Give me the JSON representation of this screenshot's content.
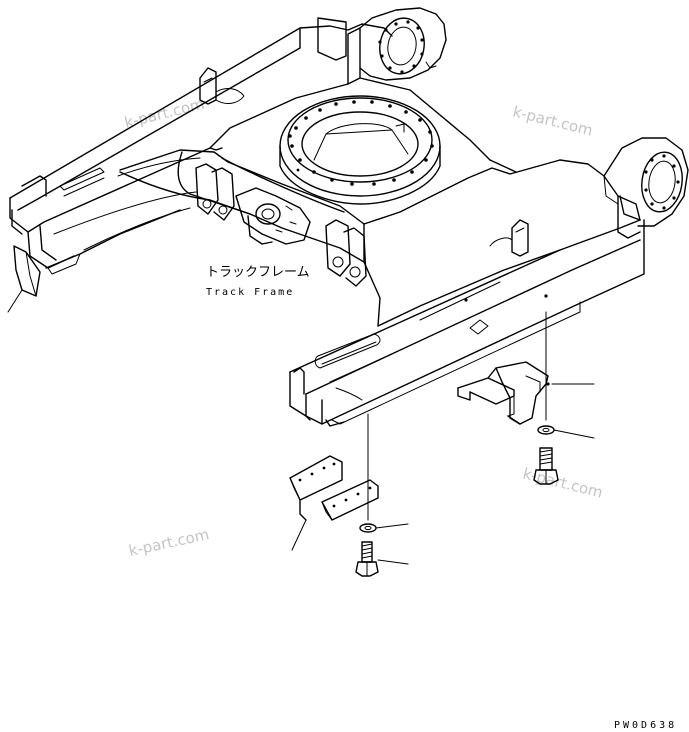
{
  "labels": {
    "part_jp": "トラックフレーム",
    "part_en": "Track Frame"
  },
  "watermarks": [
    "k-part.com",
    "k-part.com",
    "k-part.com",
    "k-part.com"
  ],
  "drawing_code": "PW0D638"
}
